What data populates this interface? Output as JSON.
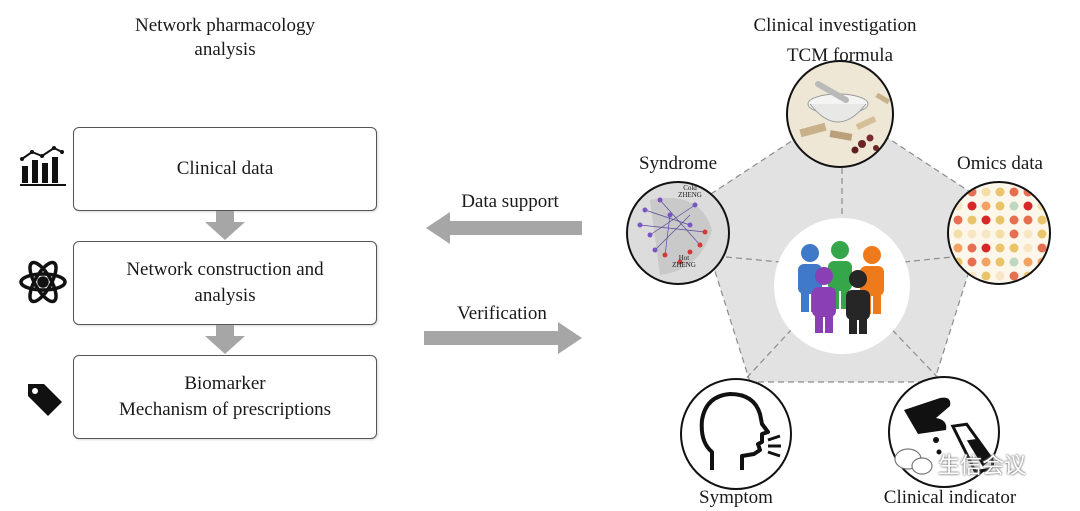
{
  "left": {
    "title_line1": "Network pharmacology",
    "title_line2": "analysis",
    "boxes": [
      {
        "lines": [
          "Clinical data"
        ],
        "icon": "bar-chart-icon"
      },
      {
        "lines": [
          "Network construction and",
          "analysis"
        ],
        "icon": "atom-icon"
      },
      {
        "lines": [
          "Biomarker",
          "Mechanism of prescriptions"
        ],
        "icon": "tag-icon"
      }
    ]
  },
  "middle": {
    "arrow_left_label": "Data support",
    "arrow_right_label": "Verification"
  },
  "right": {
    "title": "Clinical investigation",
    "nodes": {
      "top": "TCM formula",
      "upper_left": "Syndrome",
      "upper_right": "Omics data",
      "lower_left": "Symptom",
      "lower_right": "Clinical indicator"
    },
    "syndrome_inner": {
      "cold_1": "Cold",
      "cold_2": "ZHENG",
      "hot_1": "Hot",
      "hot_2": "ZHENG"
    }
  },
  "watermark": "生信会议",
  "colors": {
    "arrow_gray": "#a6a6a6",
    "pentagon_fill": "#e2e2e2",
    "people": [
      "#3f79c8",
      "#36a64a",
      "#ef7a1c",
      "#8a3fb5",
      "#262626"
    ]
  }
}
